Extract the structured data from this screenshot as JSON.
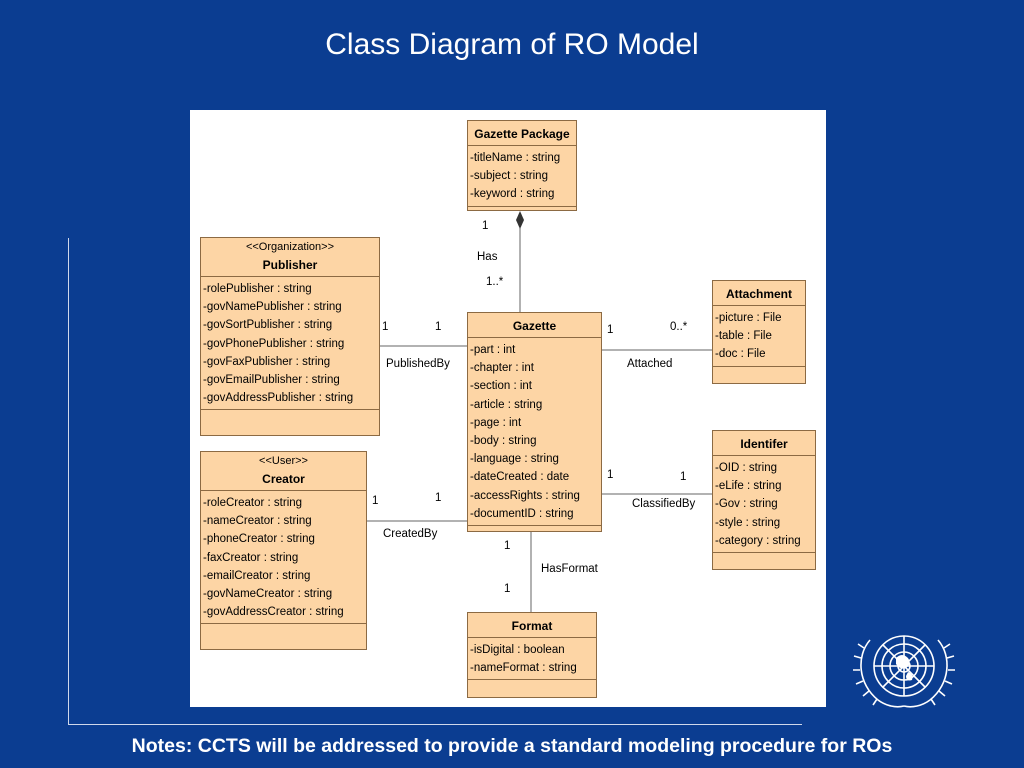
{
  "slide": {
    "title": "Class Diagram of RO Model",
    "notes": "Notes: CCTS will be addressed to provide a standard modeling procedure for ROs"
  },
  "colors": {
    "background": "#0b3d91",
    "class_fill": "#fdd5a5",
    "class_border": "#8c6a43"
  },
  "logo": {
    "icon": "un-emblem-icon"
  },
  "diagram": {
    "classes": {
      "gazette_package": {
        "name": "Gazette Package",
        "attributes": [
          "-titleName : string",
          "-subject : string",
          "-keyword : string"
        ]
      },
      "publisher": {
        "stereotype": "<<Organization>>",
        "name": "Publisher",
        "attributes": [
          "-rolePublisher : string",
          "-govNamePublisher : string",
          "-govSortPublisher : string",
          "-govPhonePublisher : string",
          "-govFaxPublisher : string",
          "-govEmailPublisher : string",
          "-govAddressPublisher : string"
        ]
      },
      "creator": {
        "stereotype": "<<User>>",
        "name": "Creator",
        "attributes": [
          "-roleCreator : string",
          "-nameCreator : string",
          "-phoneCreator : string",
          "-faxCreator : string",
          "-emailCreator : string",
          "-govNameCreator : string",
          "-govAddressCreator : string"
        ]
      },
      "gazette": {
        "name": "Gazette",
        "attributes": [
          "-part : int",
          "-chapter : int",
          "-section : int",
          "-article : string",
          "-page : int",
          "-body : string",
          "-language : string",
          "-dateCreated : date",
          "-accessRights : string",
          "-documentID : string"
        ]
      },
      "attachment": {
        "name": "Attachment",
        "attributes": [
          "-picture : File",
          "-table : File",
          "-doc : File"
        ]
      },
      "identifier": {
        "name": "Identifer",
        "attributes": [
          "-OID : string",
          "-eLife : string",
          "-Gov : string",
          "-style : string",
          "-category : string"
        ]
      },
      "format": {
        "name": "Format",
        "attributes": [
          "-isDigital : boolean",
          "-nameFormat : string"
        ]
      }
    },
    "associations": {
      "has": {
        "label": "Has",
        "mult_source": "1",
        "mult_target": "1..*"
      },
      "published_by": {
        "label": "PublishedBy",
        "mult_source": "1",
        "mult_target": "1"
      },
      "created_by": {
        "label": "CreatedBy",
        "mult_source": "1",
        "mult_target": "1"
      },
      "attached": {
        "label": "Attached",
        "mult_source": "1",
        "mult_target": "0..*"
      },
      "classified_by": {
        "label": "ClassifiedBy",
        "mult_source": "1",
        "mult_target": "1"
      },
      "has_format": {
        "label": "HasFormat",
        "mult_source": "1",
        "mult_target": "1"
      }
    }
  }
}
